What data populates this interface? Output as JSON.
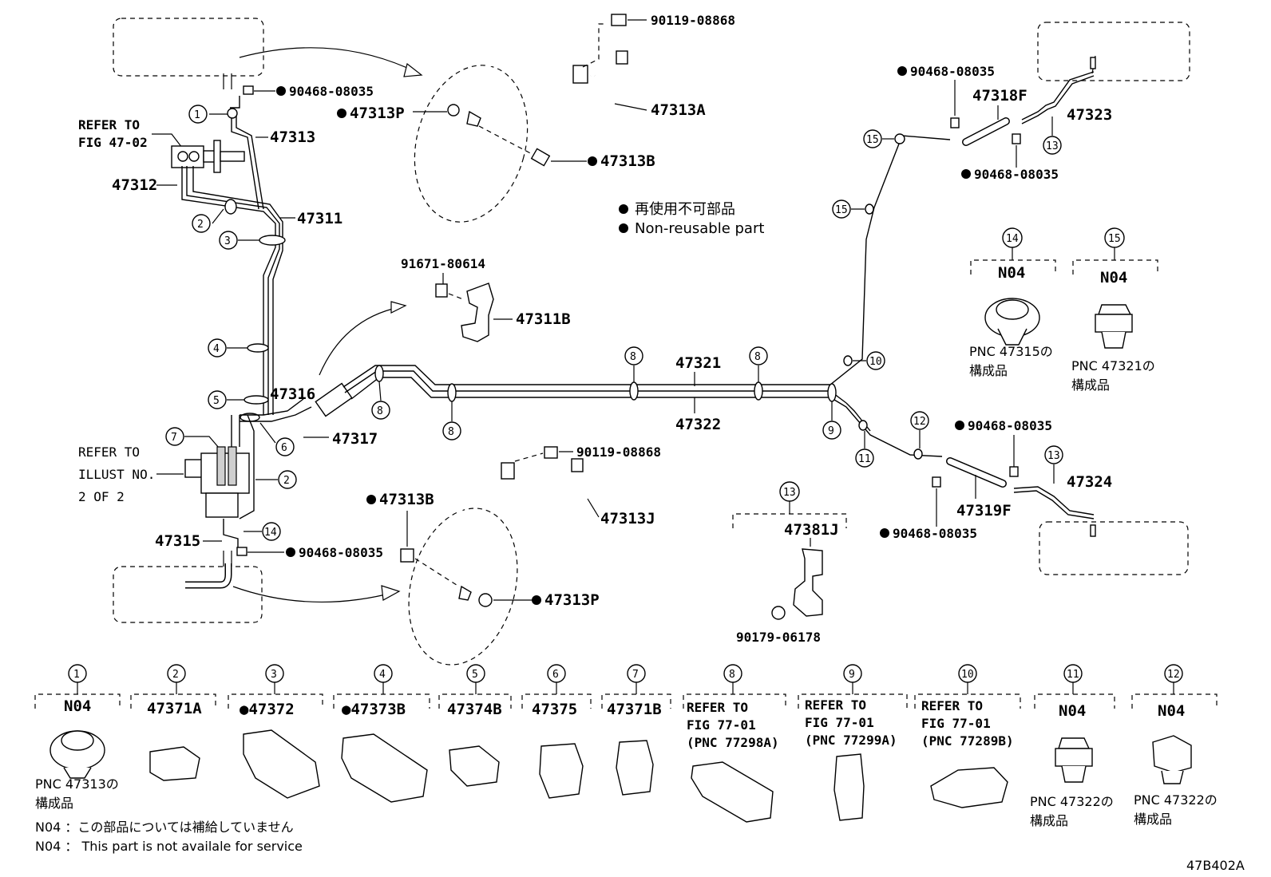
{
  "figure_code": "47B402A",
  "legend": {
    "non_reusable_ja": "再使用不可部品",
    "non_reusable_en": "Non-reusable part"
  },
  "refs": {
    "fig_47_02_a": "REFER TO",
    "fig_47_02_b": "FIG 47-02",
    "illust_a": "REFER TO",
    "illust_b": "ILLUST NO.",
    "illust_c": "2 OF 2"
  },
  "parts": {
    "p47313": "47313",
    "p47312": "47312",
    "p47311": "47311",
    "p47316": "47316",
    "p47317": "47317",
    "p47315": "47315",
    "p90468_a": "90468-08035",
    "p90468_b": "90468-08035",
    "p90468_c": "90468-08035",
    "p90468_d": "90468-08035",
    "p90468_e": "90468-08035",
    "p90468_f": "90468-08035",
    "p90119_a": "90119-08868",
    "p90119_b": "90119-08868",
    "p47313A": "47313A",
    "p47313P_a": "47313P",
    "p47313B_a": "47313B",
    "p47313J": "47313J",
    "p47313B_b": "47313B",
    "p47313P_b": "47313P",
    "p91671": "91671-80614",
    "p47311B": "47311B",
    "p47321": "47321",
    "p47322": "47322",
    "p47318F": "47318F",
    "p47323": "47323",
    "p47319F": "47319F",
    "p47324": "47324",
    "p47381J": "47381J",
    "p90179": "90179-06178"
  },
  "callouts": [
    "1",
    "2",
    "3",
    "4",
    "5",
    "6",
    "7",
    "8",
    "9",
    "10",
    "11",
    "12",
    "13",
    "14",
    "15"
  ],
  "right_panels": [
    {
      "num": "14",
      "code": "N04",
      "note1": "PNC 47315の",
      "note2": "構成品"
    },
    {
      "num": "15",
      "code": "N04",
      "note1": "PNC 47321の",
      "note2": "構成品"
    }
  ],
  "panel13": {
    "num": "13",
    "code": "47381J",
    "sub": "90179-06178"
  },
  "bottom_panels": [
    {
      "num": "1",
      "l1": "N04",
      "l2": "",
      "l3": "",
      "n1": "PNC 47313の",
      "n2": "構成品"
    },
    {
      "num": "2",
      "l1": "47371A",
      "l2": "",
      "l3": "",
      "n1": "",
      "n2": ""
    },
    {
      "num": "3",
      "l1": "●47372",
      "l2": "",
      "l3": "",
      "n1": "",
      "n2": ""
    },
    {
      "num": "4",
      "l1": "●47373B",
      "l2": "",
      "l3": "",
      "n1": "",
      "n2": ""
    },
    {
      "num": "5",
      "l1": "47374B",
      "l2": "",
      "l3": "",
      "n1": "",
      "n2": ""
    },
    {
      "num": "6",
      "l1": "47375",
      "l2": "",
      "l3": "",
      "n1": "",
      "n2": ""
    },
    {
      "num": "7",
      "l1": "47371B",
      "l2": "",
      "l3": "",
      "n1": "",
      "n2": ""
    },
    {
      "num": "8",
      "l1": "REFER TO",
      "l2": "FIG 77-01",
      "l3": "(PNC 77298A)",
      "n1": "",
      "n2": ""
    },
    {
      "num": "9",
      "l1": "REFER TO",
      "l2": "FIG 77-01",
      "l3": "(PNC 77299A)",
      "n1": "",
      "n2": ""
    },
    {
      "num": "10",
      "l1": "REFER TO",
      "l2": "FIG 77-01",
      "l3": "(PNC 77289B)",
      "n1": "",
      "n2": ""
    },
    {
      "num": "11",
      "l1": "N04",
      "l2": "",
      "l3": "",
      "n1": "PNC 47322の",
      "n2": "構成品"
    },
    {
      "num": "12",
      "l1": "N04",
      "l2": "",
      "l3": "",
      "n1": "PNC 47322の",
      "n2": "構成品"
    }
  ],
  "footnotes": {
    "ja": "N04 ：この部品については補給していません",
    "en": "N04 ： This part is not availale for service"
  }
}
